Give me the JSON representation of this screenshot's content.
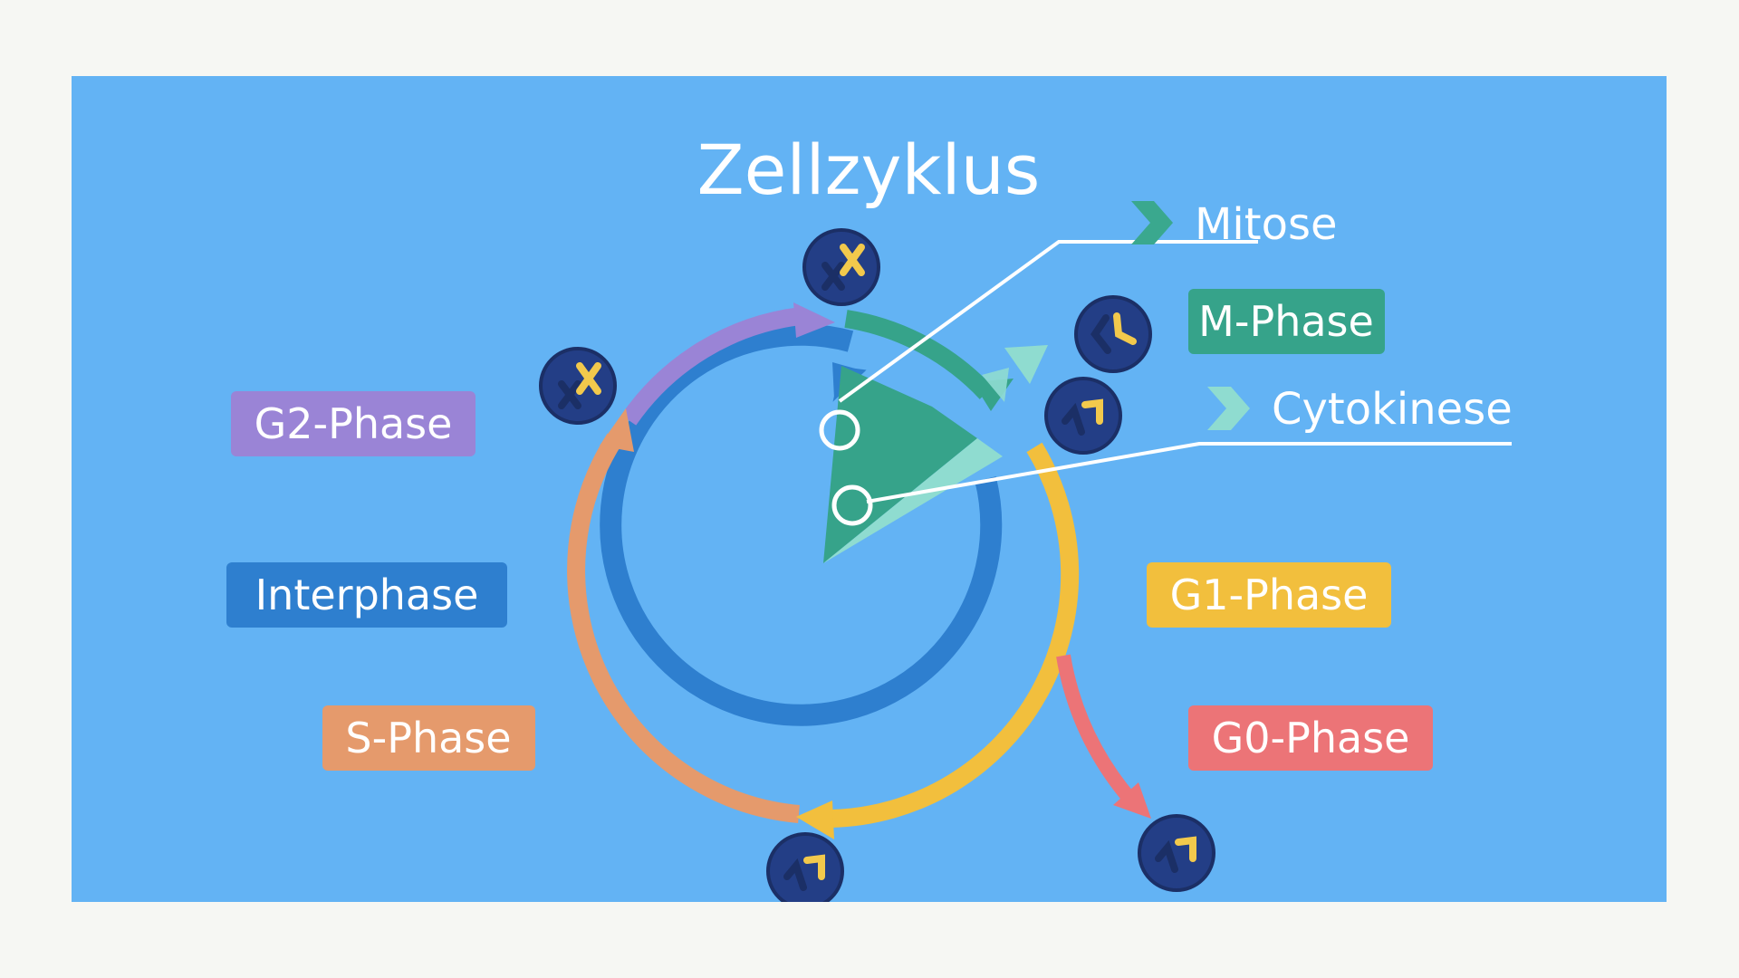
{
  "title": "Zellzyklus",
  "labels": {
    "mitose": "Mitose",
    "m_phase": "M-Phase",
    "cytokinese": "Cytokinese",
    "g2_phase": "G2-Phase",
    "interphase": "Interphase",
    "s_phase": "S-Phase",
    "g1_phase": "G1-Phase",
    "g0_phase": "G0-Phase"
  },
  "colors": {
    "background": "#63b3f4",
    "outer_frame": "#f6f7f3",
    "interphase": "#2e7fcf",
    "g2_phase": "#9a84d6",
    "s_phase": "#e59a6c",
    "g1_phase": "#f2bf3d",
    "g0_phase": "#ec7477",
    "m_phase": "#36a38a",
    "mitose": "#3aa88e",
    "cytokinese": "#8fdcd0",
    "chromosome_circle": "#233e86",
    "chromosome_mark": "#f2c94c"
  },
  "icons": {
    "chromosome_pair": "chromosome-x-icon",
    "single_chromatid": "chromatid-icon",
    "marker": "ring-marker-icon",
    "chevron": "chevron-right-icon"
  }
}
